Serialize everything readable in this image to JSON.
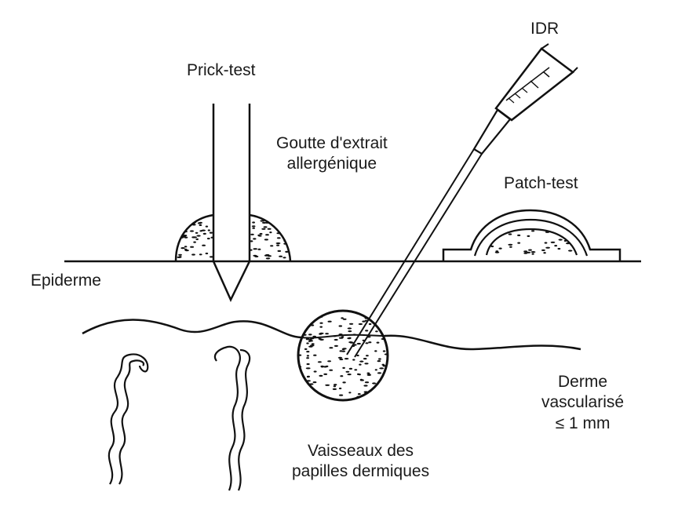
{
  "labels": {
    "idr": "IDR",
    "prick_test": "Prick-test",
    "goutte_line1": "Goutte d'extrait",
    "goutte_line2": "allergénique",
    "patch_test": "Patch-test",
    "epiderme": "Epiderme",
    "derme_line1": "Derme",
    "derme_line2": "vascularisé",
    "derme_line3": "≤ 1 mm",
    "vaisseaux_line1": "Vaisseaux des",
    "vaisseaux_line2": "papilles dermiques"
  }
}
